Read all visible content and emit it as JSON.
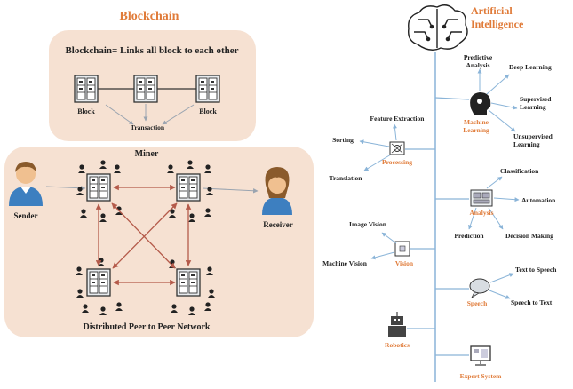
{
  "blockchain": {
    "title": "Blockchain",
    "subtitle": "Blockchain= Links all block to each other",
    "block_label_left": "Block",
    "block_label_right": "Block",
    "transaction_label": "Transaction",
    "miner_label": "Miner",
    "sender_label": "Sender",
    "receiver_label": "Receiver",
    "network_label": "Distributed Peer to Peer Network"
  },
  "ai": {
    "title_line1": "Artificial",
    "title_line2": "Intelligence",
    "machine_learning": {
      "label_line1": "Machine",
      "label_line2": "Learning",
      "predictive_line1": "Predictive",
      "predictive_line2": "Analysis",
      "deep_learning": "Deep Learning",
      "supervised_line1": "Supervised",
      "supervised_line2": "Learning",
      "unsupervised_line1": "Unsupervised",
      "unsupervised_line2": "Learning"
    },
    "processing": {
      "label": "Processing",
      "feature_extraction": "Feature Extraction",
      "sorting": "Sorting",
      "translation": "Translation"
    },
    "analysis": {
      "label": "Analysis",
      "classification": "Classification",
      "automation": "Automation",
      "prediction": "Prediction",
      "decision_making": "Decision Making"
    },
    "vision": {
      "label": "Vision",
      "image_vision": "Image Vision",
      "machine_vision": "Machine Vision"
    },
    "speech": {
      "label": "Speech",
      "text_to_speech": "Text to Speech",
      "speech_to_text": "Speech to Text"
    },
    "robotics_label": "Robotics",
    "expert_system_label": "Expert System"
  },
  "colors": {
    "panel_fill": "#f6e1d2",
    "accent_orange": "#e07b39",
    "arrow_red": "#b45a4a",
    "trunk_blue": "#8ab4d8"
  }
}
